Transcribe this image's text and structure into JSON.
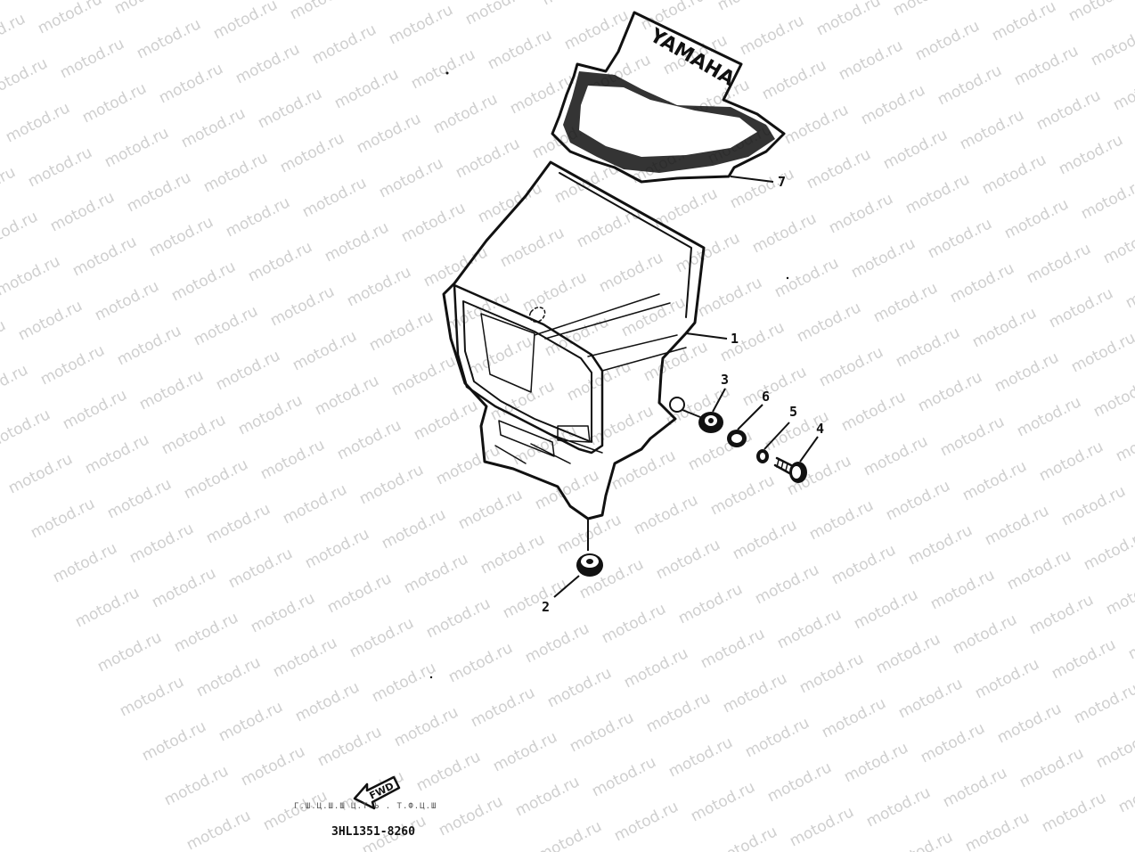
{
  "watermark": "motod.ru",
  "decal_text": "YAMAHA",
  "fwd_label": "FWD",
  "diagram_code": "3HL1351-8260",
  "fine_print": "Г.Ш.Ц.Ш.Ш Ц.Т.Ъ . Т.Ф.Ц.Ш",
  "callouts": [
    "1",
    "2",
    "3",
    "4",
    "5",
    "6",
    "7"
  ],
  "colors": {
    "ink": "#111111",
    "watermark": "#cfcfcf",
    "background": "#ffffff"
  }
}
